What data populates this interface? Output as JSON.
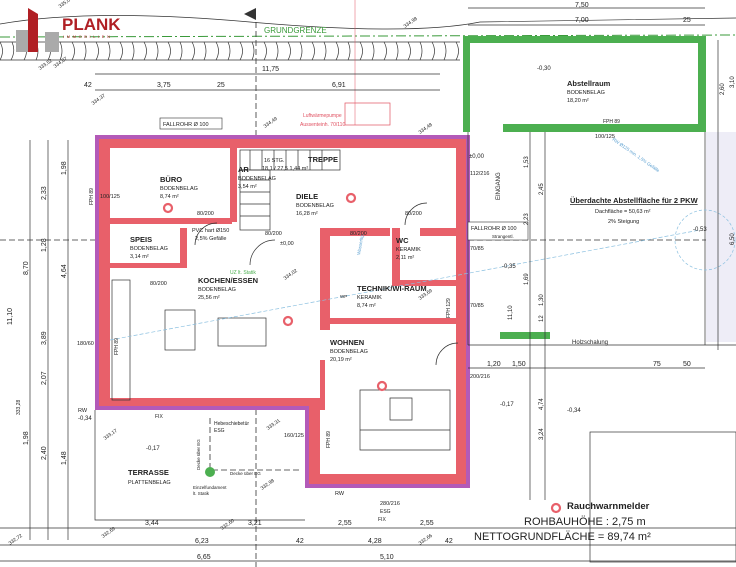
{
  "logo": {
    "brand": "PLANK",
    "sub": "IMMOBILIEN"
  },
  "site": {
    "boundary_label": "GRUNDGRENZE",
    "heat_pump": [
      "Luftwärmepumpe",
      "Aussenteinh. 70/110"
    ]
  },
  "levels": [
    "335,04",
    "334,87",
    "334,98",
    "334,37",
    "334,49",
    "334,48",
    "333,69",
    "334,02",
    "333,31",
    "332,98",
    "333,17",
    "332,69",
    "332,60",
    "332,66",
    "333,28",
    "332,72",
    "333,52"
  ],
  "rooms": [
    {
      "name": "BÜRO",
      "floor": "BODENBELAG",
      "area": "8,74 m²"
    },
    {
      "name": "AR",
      "floor": "BODENBELAG",
      "area": "3,54 m²"
    },
    {
      "name": "TREPPE",
      "floor": "16 STG.",
      "area": "18,1 / 27,5  1,44 m²"
    },
    {
      "name": "DIELE",
      "floor": "BODENBELAG",
      "area": "16,28 m²"
    },
    {
      "name": "SPEIS",
      "floor": "BODENBELAG",
      "area": "3,14 m²"
    },
    {
      "name": "WC",
      "floor": "KERAMIK",
      "area": "2,11 m²"
    },
    {
      "name": "KOCHEN/ESSEN",
      "floor": "BODENBELAG",
      "area": "25,56 m²"
    },
    {
      "name": "TECHNIK/WI-RAUM",
      "floor": "KERAMIK",
      "area": "8,74 m²"
    },
    {
      "name": "WOHNEN",
      "floor": "BODENBELAG",
      "area": "20,19 m²"
    },
    {
      "name": "TERRASSE",
      "floor": "PLATTENBELAG",
      "area": ""
    },
    {
      "name": "Abstellraum",
      "floor": "BODENBELAG",
      "area": "18,20 m²"
    }
  ],
  "carport": {
    "title": "Überdachte Abstellfläche für 2 PKW",
    "roof": "Dachfläche = 50,63 m²",
    "slope": "2% Steigung"
  },
  "notes": {
    "fallrohr1": "FALLROHR Ø 100",
    "fallrohr2": "FALLROHR Ø 100",
    "strang": "Strangentl.",
    "pvc": "PVC hart Ø150",
    "pvc_slope": "2,5% Gefälle",
    "zero": "±0,00",
    "zero2": "±0,00",
    "entrance": "EINGANG",
    "holz": "Holzschalung",
    "hebe": "Hebeschiebetür",
    "esg": "ESG",
    "fix": "FIX",
    "fix2": "FIX",
    "esg2": "ESG",
    "decke1": "Decke über EG",
    "decke2": "Decke über EG",
    "fund1": "Einzelfundament",
    "fund2": "lt. Statik",
    "rw": "RW",
    "rw2": "RW",
    "fph89": "FPH 89",
    "fph89b": "FPH 89",
    "fph89c": "FPH 89",
    "fph129": "FPH 129",
    "fph89d": "FPH 89",
    "wp": "WP",
    "rv": "RW Ø125 min. 1,5% Gefälle",
    "wasser": "Wasserltg.",
    "statik": "UZ lt. Statik",
    "el1": "-0,30",
    "el2": "-0,35",
    "el3": "-0,17",
    "el4": "-0,17",
    "el5": "-0,34",
    "el6": "-0,53",
    "el7": "-0,34"
  },
  "dimensions": {
    "top": [
      "11,75",
      "3,75",
      "25",
      "6,91",
      "42",
      "7,50",
      "7,00",
      "25"
    ],
    "left": [
      "1,98",
      "2,33",
      "1,28",
      "4,64",
      "8,70",
      "11,10",
      "3,89",
      "2,07",
      "2,40",
      "1,98",
      "1,48"
    ],
    "right": [
      "1,53",
      "2,45",
      "2,23",
      "1,30",
      "1,69",
      "12",
      "4,74",
      "3,24",
      "2,60",
      "3,10",
      "6,50",
      "11,10"
    ],
    "bottom_row1": [
      "3,44",
      "3,21",
      "2,55",
      "2,55"
    ],
    "bottom_row2": [
      "6,23",
      "42",
      "4,28",
      "42"
    ],
    "bottom_row3": [
      "6,65",
      "5,10"
    ],
    "mid": [
      "1,20",
      "1,50",
      "75",
      "50"
    ],
    "openings": [
      "100/125",
      "80/200",
      "80/200",
      "80/200",
      "80/200",
      "80/200",
      "112/216",
      "70/85",
      "70/85",
      "180/60",
      "200/216",
      "160/125",
      "280/216",
      "100/125"
    ]
  },
  "legend": {
    "smoke_detector": "Rauchwarnmelder",
    "height": "ROHBAUHÖHE : 2,75 m",
    "net_area": "NETTOGRUNDFLÄCHE = 89,74 m²"
  },
  "colors": {
    "wall": "#e8606a",
    "outer": "#b35ab8",
    "garage": "#4caf50",
    "logo": "#b01f24"
  }
}
